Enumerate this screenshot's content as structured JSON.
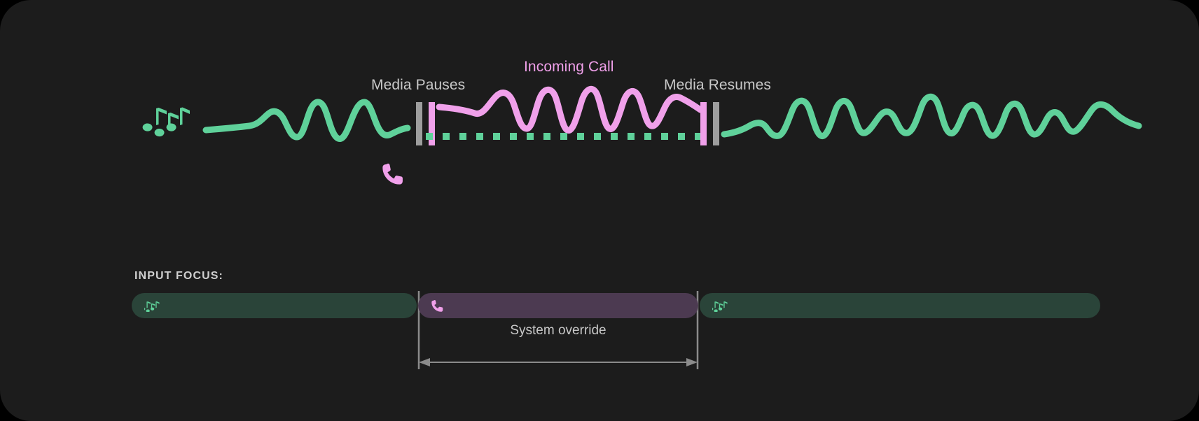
{
  "theme": {
    "background": "#000000",
    "card_background": "#1c1c1c",
    "media_color": "#5fd19a",
    "call_color": "#f0a0ea",
    "pause_bar_gray": "#9e9e9e",
    "label_muted": "#c9c9c9",
    "focus_media_bg": "#2a4439",
    "focus_call_bg": "#4c3a51",
    "divider": "#8b8b8b"
  },
  "timeline": {
    "labels": {
      "media_pauses": "Media Pauses",
      "incoming_call": "Incoming Call",
      "media_resumes": "Media Resumes"
    },
    "icons": {
      "media": "music-notes-icon",
      "call": "phone-handset-icon"
    },
    "segments": [
      {
        "name": "media-playing-before",
        "kind": "waveform",
        "color": "#5fd19a"
      },
      {
        "name": "pause-marker-start",
        "kind": "pause-bars"
      },
      {
        "name": "call-active",
        "kind": "waveform",
        "color": "#f0a0ea"
      },
      {
        "name": "media-muted-dashes",
        "kind": "dashed",
        "color": "#5fd19a"
      },
      {
        "name": "pause-marker-end",
        "kind": "pause-bars"
      },
      {
        "name": "media-playing-after",
        "kind": "waveform",
        "color": "#5fd19a"
      }
    ]
  },
  "focus": {
    "title": "INPUT FOCUS:",
    "bars": [
      {
        "name": "media-1",
        "icon": "music-notes-icon",
        "owner": "media"
      },
      {
        "name": "call",
        "icon": "phone-handset-icon",
        "owner": "call"
      },
      {
        "name": "media-2",
        "icon": "music-notes-icon",
        "owner": "media"
      }
    ],
    "override_label": "System override"
  }
}
